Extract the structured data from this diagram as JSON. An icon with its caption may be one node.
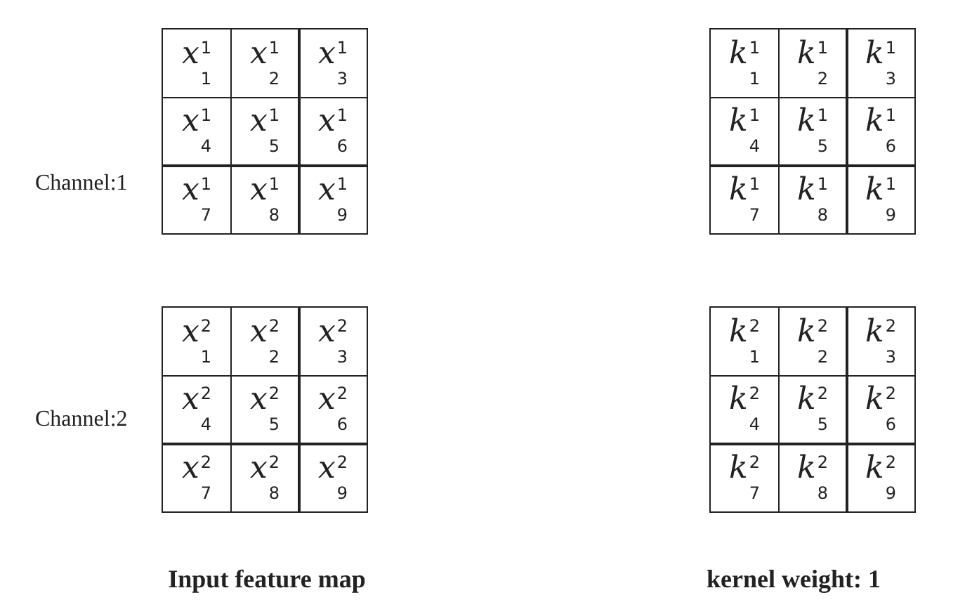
{
  "diagram": {
    "labels": [
      "Channel:1",
      "*x*$^{1}$$_{1}$",
      "*x*$^{1}$$_{2}$",
      "*x*$^{1}$$_{3}$",
      "*x*$^{1}$$_{4}$",
      "*x*$^{1}$$_{5}$",
      "*x*$^{1}$$_{6}$",
      "*x*$^{1}$$_{7}$",
      "*x*$^{1}$$_{8}$",
      "*x*$^{1}$$_{9}$",
      "*k*$^{1}$$_{1}$",
      "*k*$^{1}$$_{2}$",
      "*k*$^{1}$$_{3}$",
      "*k*$^{1}$$_{4}$",
      "*k*$^{1}$$_{5}$",
      "*k*$^{1}$$_{6}$",
      "*k*$^{1}$$_{7}$",
      "*k*$^{1}$$_{8}$",
      "*k*$^{1}$$_{9}$",
      "Channel:2",
      "*x*$^{2}$$_{1}$",
      "*x*$^{2}$$_{2}$",
      "*x*$^{2}$$_{3}$",
      "*x*$^{2}$$_{4}$",
      "*x*$^{2}$$_{5}$",
      "*x*$^{2}$$_{6}$",
      "*x*$^{2}$$_{7}$",
      "*x*$^{2}$$_{8}$",
      "*x*$^{2}$$_{9}$",
      "*k*$^{2}$$_{1}$",
      "*k*$^{2}$$_{2}$",
      "*k*$^{2}$$_{3}$",
      "*k*$^{2}$$_{4}$",
      "*k*$^{2}$$_{5}$",
      "*k*$^{2}$$_{6}$",
      "*k*$^{2}$$_{7}$",
      "*k*$^{2}$$_{8}$",
      "*k*$^{2}$$_{9}$",
      "Input feature map",
      "kernel weight: 1"
    ]
  }
}
